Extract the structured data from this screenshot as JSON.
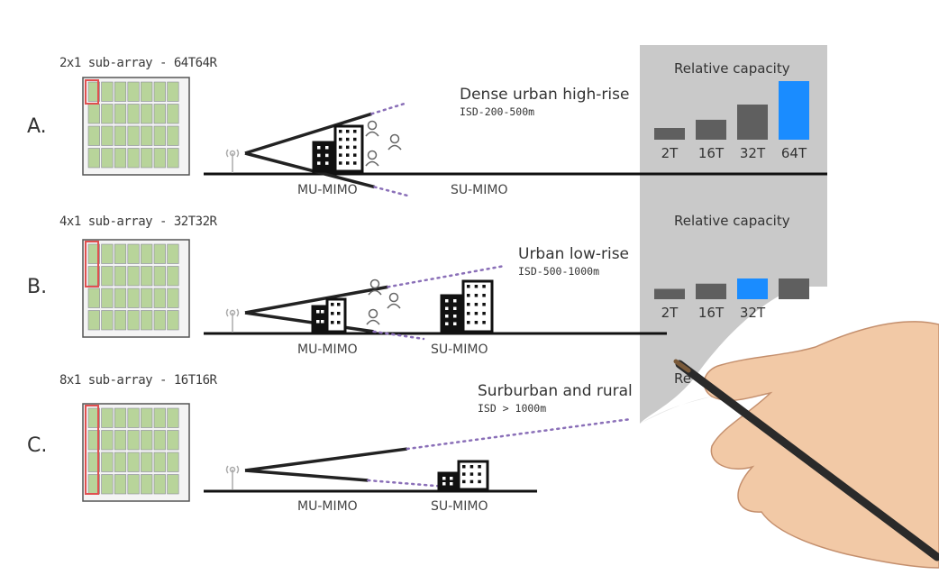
{
  "colors": {
    "panel_gray": "#c9c9c9",
    "bar_gray": "#5f5f5f",
    "bar_highlight": "#1a8cff",
    "beam_dots": "#8a6fb8",
    "array_cell": "#b8d49a",
    "array_highlight": "#e05050"
  },
  "rows": [
    {
      "letter": "A.",
      "array_label": "2x1 sub-array - 64T64R",
      "scenario": "Dense urban high-rise",
      "isd": "ISD-200-500m",
      "mu_label": "MU-MIMO",
      "su_label": "SU-MIMO",
      "capacity_title": "Relative capacity",
      "bars": [
        {
          "label": "2T",
          "value": 1.0,
          "highlight": false
        },
        {
          "label": "16T",
          "value": 1.7,
          "highlight": false
        },
        {
          "label": "32T",
          "value": 3.0,
          "highlight": false
        },
        {
          "label": "64T",
          "value": 5.0,
          "highlight": true
        }
      ]
    },
    {
      "letter": "B.",
      "array_label": "4x1 sub-array - 32T32R",
      "scenario": "Urban low-rise",
      "isd": "ISD-500-1000m",
      "mu_label": "MU-MIMO",
      "su_label": "SU-MIMO",
      "capacity_title": "Relative capacity",
      "bars": [
        {
          "label": "2T",
          "value": 1.0,
          "highlight": false
        },
        {
          "label": "16T",
          "value": 1.5,
          "highlight": false
        },
        {
          "label": "32T",
          "value": 2.0,
          "highlight": true
        },
        {
          "label": "",
          "value": 2.0,
          "highlight": false
        }
      ]
    },
    {
      "letter": "C.",
      "array_label": "8x1 sub-array - 16T16R",
      "scenario": "Surburban and rural",
      "isd": "ISD > 1000m",
      "mu_label": "MU-MIMO",
      "su_label": "SU-MIMO",
      "capacity_title": "Re"
    }
  ]
}
